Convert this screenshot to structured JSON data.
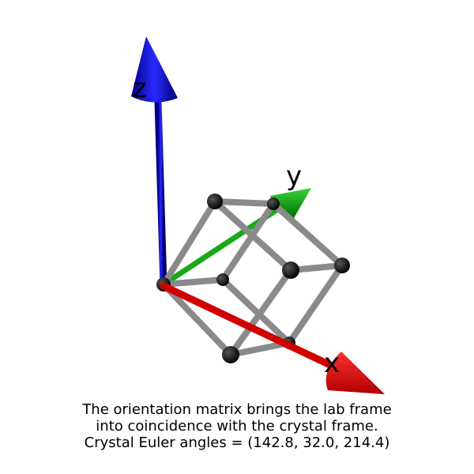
{
  "axes": {
    "x": {
      "label": "x",
      "color": "#e00000"
    },
    "y": {
      "label": "y",
      "color": "#00b000"
    },
    "z": {
      "label": "z",
      "color": "#0000e0"
    }
  },
  "crystal": {
    "edge_color": "#8a8a8a",
    "node_color": "#111111"
  },
  "caption": {
    "line1": "The orientation matrix brings the lab frame",
    "line2": "into coincidence with the crystal frame.",
    "line3": "Crystal Euler angles = (142.8, 32.0, 214.4)"
  }
}
